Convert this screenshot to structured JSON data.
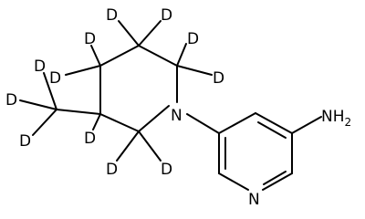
{
  "structure": {
    "nitrogen_amine_ring": "N",
    "nitrogen_pyridine": "N",
    "amine_group": "NH",
    "amine_subscript": "2",
    "deuterium": "D"
  },
  "colors": {
    "bond": "#000000",
    "text": "#000000",
    "background": "#ffffff"
  }
}
